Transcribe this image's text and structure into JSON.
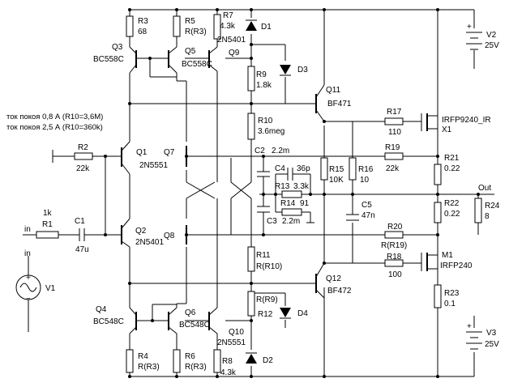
{
  "labels": {
    "R3": "R3",
    "R3v": "68",
    "Q3": "Q3",
    "Q3p": "BC558C",
    "R5": "R5",
    "R5v": "R(R3)",
    "Q5": "Q5",
    "Q5p": "BC558C",
    "R7": "R7",
    "R7v": "4.3k",
    "Q9p": "2N5401",
    "Q9": "Q9",
    "D1": "D1",
    "D3": "D3",
    "R9": "R9",
    "R9v": "1.8k",
    "Q11": "Q11",
    "Q11p": "BF471",
    "V2": "V2",
    "V2v": "25V",
    "R17": "R17",
    "R17v": "110",
    "X1p": "IRFP9240_IR",
    "X1": "X1",
    "R10": "R10",
    "R10v": "3.6meg",
    "note1": "ток покоя 0,8 А (R10=3,6М)",
    "note2": "ток покоя 2,5 А (R10=360k)",
    "C2": "C2",
    "C2v": "2.2m",
    "R2": "R2",
    "R2v": "22k",
    "Q1": "Q1",
    "Q1p": "2N5551",
    "Q7": "Q7",
    "R19": "R19",
    "R19v": "22k",
    "R21": "R21",
    "R21v": "0.22",
    "C4": "C4",
    "C4v": "36p",
    "R13": "R13",
    "R13v": "3.3k",
    "R15": "R15",
    "R15v": "10K",
    "R16": "R16",
    "R16v": "10",
    "Out": "Out",
    "R14": "R14",
    "R14v": "91",
    "R22": "R22",
    "R22v": "0.22",
    "R24": "R24",
    "R24v": "8",
    "R1v": "1k",
    "R1": "R1",
    "C1": "C1",
    "C1v": "47u",
    "C3": "C3",
    "C3v": "2.2m",
    "C5": "C5",
    "C5v": "47n",
    "in1": "in",
    "in2": "in",
    "Q2": "Q2",
    "Q2p": "2N5401",
    "Q8": "Q8",
    "R20": "R20",
    "R20v": "R(R19)",
    "M1": "M1",
    "M1p": "IRFP240",
    "R18": "R18",
    "R18v": "100",
    "R11": "R11",
    "R11v": "R(R10)",
    "V1": "V1",
    "Q12": "Q12",
    "Q12p": "BF472",
    "R23": "R23",
    "R23v": "0.1",
    "R12v": "R(R9)",
    "R12": "R12",
    "D4": "D4",
    "Q4": "Q4",
    "Q4p": "BC548C",
    "Q6": "Q6",
    "Q6p": "BC548C",
    "Q10": "Q10",
    "Q10p": "2N5551",
    "R4": "R4",
    "R4v": "R(R3)",
    "R6": "R6",
    "R6v": "R(R3)",
    "R8": "R8",
    "R8v": "4.3k",
    "D2": "D2",
    "V3": "V3",
    "V3v": "25V",
    "plus1": "+",
    "minus1": "−",
    "plus2": "+",
    "plus3": "+"
  }
}
